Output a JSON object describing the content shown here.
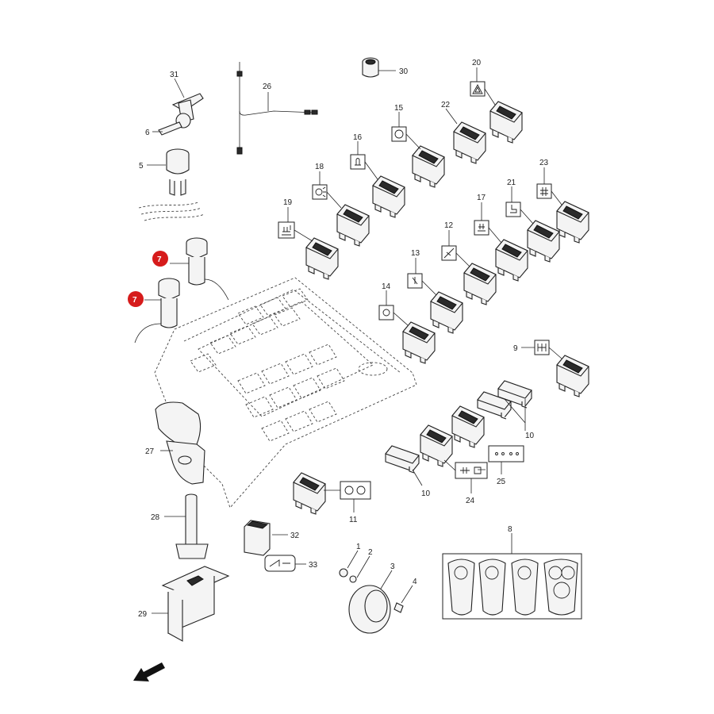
{
  "callouts": [
    {
      "id": "c31",
      "text": "31"
    },
    {
      "id": "c6",
      "text": "6"
    },
    {
      "id": "c5",
      "text": "5"
    },
    {
      "id": "c26",
      "text": "26"
    },
    {
      "id": "c30",
      "text": "30"
    },
    {
      "id": "c20",
      "text": "20"
    },
    {
      "id": "c15",
      "text": "15"
    },
    {
      "id": "c22",
      "text": "22"
    },
    {
      "id": "c16",
      "text": "16"
    },
    {
      "id": "c18",
      "text": "18"
    },
    {
      "id": "c19",
      "text": "19"
    },
    {
      "id": "c21",
      "text": "21"
    },
    {
      "id": "c23",
      "text": "23"
    },
    {
      "id": "c17",
      "text": "17"
    },
    {
      "id": "c12",
      "text": "12"
    },
    {
      "id": "c13",
      "text": "13"
    },
    {
      "id": "c14",
      "text": "14"
    },
    {
      "id": "c9",
      "text": "9"
    },
    {
      "id": "c10a",
      "text": "10"
    },
    {
      "id": "c10b",
      "text": "10"
    },
    {
      "id": "c25",
      "text": "25"
    },
    {
      "id": "c24",
      "text": "24"
    },
    {
      "id": "c11",
      "text": "11"
    },
    {
      "id": "c27",
      "text": "27"
    },
    {
      "id": "c28",
      "text": "28"
    },
    {
      "id": "c29",
      "text": "29"
    },
    {
      "id": "c32",
      "text": "32"
    },
    {
      "id": "c33",
      "text": "33"
    },
    {
      "id": "c1",
      "text": "1"
    },
    {
      "id": "c2",
      "text": "2"
    },
    {
      "id": "c3",
      "text": "3"
    },
    {
      "id": "c4",
      "text": "4"
    },
    {
      "id": "c8",
      "text": "8"
    }
  ],
  "highlighted": [
    {
      "id": "h7a",
      "text": "7"
    },
    {
      "id": "h7b",
      "text": "7"
    }
  ],
  "colors": {
    "highlight": "#d61b1b",
    "line": "#222222",
    "background": "#ffffff"
  },
  "icons": [
    "hazard-icon",
    "steering-icon",
    "work-light-icon",
    "beacon-icon",
    "lift-icon",
    "seat-icon",
    "ventilation-icon",
    "fan-icon",
    "brake-icon",
    "four-wheel-drive-icon",
    "differential-lock-icon",
    "orientation-arrow-icon"
  ]
}
